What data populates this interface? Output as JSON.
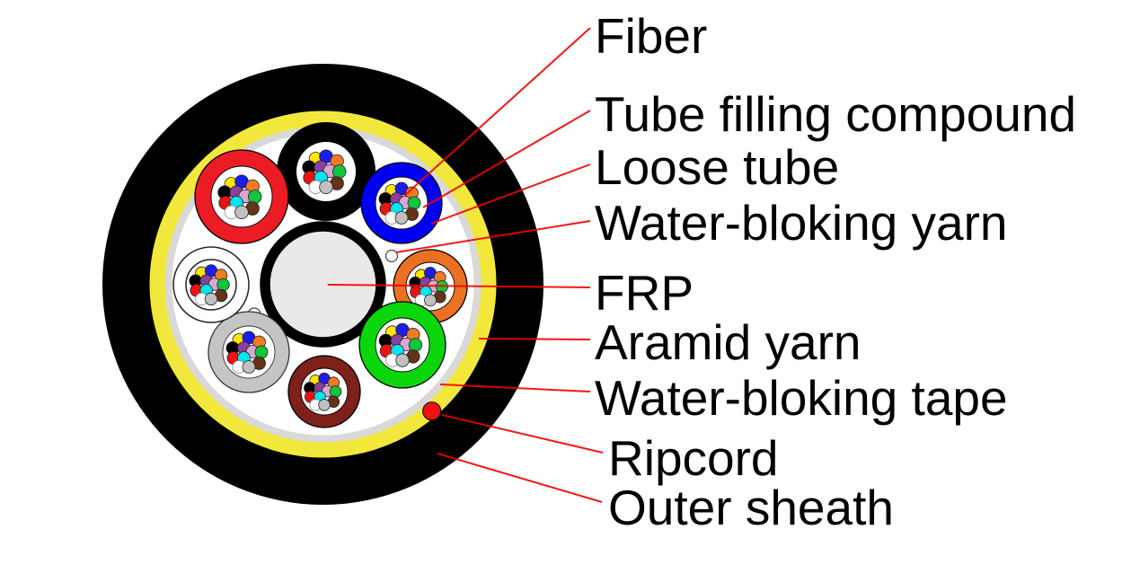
{
  "diagram": {
    "type": "fiber-optic-cable-cross-section",
    "labels": [
      {
        "id": "fiber",
        "text": "Fiber"
      },
      {
        "id": "tube-filling-compound",
        "text": "Tube filling compound"
      },
      {
        "id": "loose-tube",
        "text": "Loose tube"
      },
      {
        "id": "water-bloking-yarn",
        "text": "Water-bloking yarn"
      },
      {
        "id": "frp",
        "text": "FRP"
      },
      {
        "id": "aramid-yarn",
        "text": "Aramid yarn"
      },
      {
        "id": "water-bloking-tape",
        "text": "Water-bloking tape"
      },
      {
        "id": "ripcord",
        "text": "Ripcord"
      },
      {
        "id": "outer-sheath",
        "text": "Outer sheath"
      }
    ],
    "colors": {
      "background": "#FFFFFF",
      "outer_sheath": "#000000",
      "aramid_yarn": "#F2E83C",
      "water_bloking_tape": "#D9D9D9",
      "interior": "#FFFFFF",
      "frp_center": "#E9E9E9",
      "frp_ring": "#000000",
      "ripcord": "#EE1111",
      "yarn_circle": "#FFFFFF",
      "leader_line": "#F50000",
      "label_text": "#000000"
    },
    "loose_tubes": [
      {
        "name": "black",
        "hex": "#000000"
      },
      {
        "name": "blue",
        "hex": "#0000F0"
      },
      {
        "name": "orange",
        "hex": "#EC7023"
      },
      {
        "name": "green",
        "hex": "#0BD60B"
      },
      {
        "name": "brown",
        "hex": "#7E211B"
      },
      {
        "name": "slate",
        "hex": "#C4C4C4"
      },
      {
        "name": "white",
        "hex": "#FFFFFF"
      },
      {
        "name": "red",
        "hex": "#EC1C24"
      }
    ],
    "fibers_per_tube": 12,
    "fiber_colors": [
      {
        "name": "yellow",
        "hex": "#FFE600"
      },
      {
        "name": "blue",
        "hex": "#1C1CEB"
      },
      {
        "name": "orange",
        "hex": "#F07B24"
      },
      {
        "name": "black",
        "hex": "#000000"
      },
      {
        "name": "violet",
        "hex": "#8C3FA0"
      },
      {
        "name": "rose",
        "hex": "#DCA6D1"
      },
      {
        "name": "green",
        "hex": "#12C53C"
      },
      {
        "name": "red",
        "hex": "#EE1111"
      },
      {
        "name": "aqua",
        "hex": "#00E5EE"
      },
      {
        "name": "brown",
        "hex": "#653318"
      },
      {
        "name": "white",
        "hex": "#FFFFFF"
      },
      {
        "name": "grey",
        "hex": "#C0C0C0"
      }
    ]
  }
}
